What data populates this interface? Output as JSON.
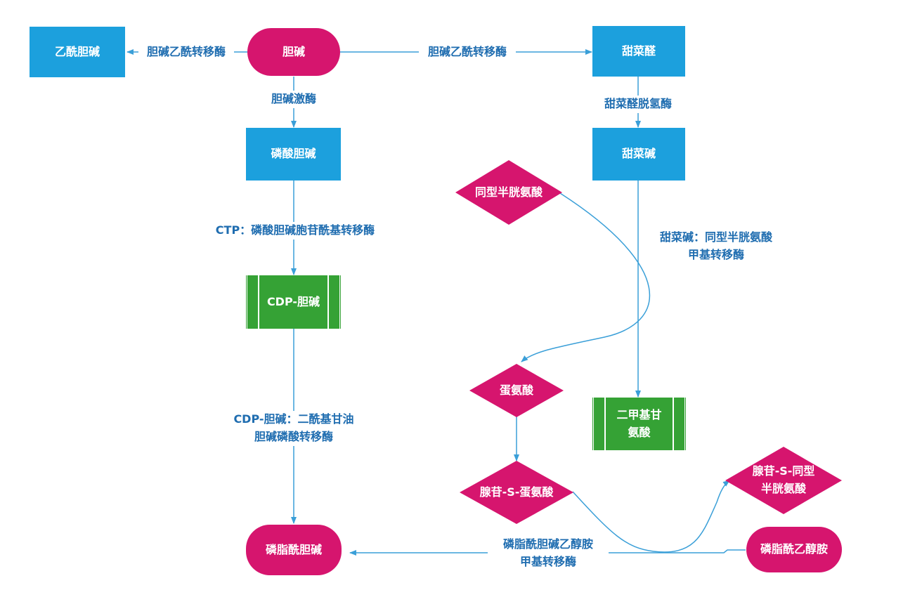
{
  "nodes": {
    "acetylcholine": "乙酰胆碱",
    "choline": "胆碱",
    "betaine_aldehyde": "甜菜醛",
    "phosphocholine": "磷酸胆碱",
    "betaine": "甜菜碱",
    "homocysteine": "同型半胱氨酸",
    "cdp_choline": "CDP-胆碱",
    "methionine": "蛋氨酸",
    "dimethylglycine": "二甲基甘\n氨酸",
    "sam": "腺苷-S-蛋氨酸",
    "sah": "腺苷-S-同型\n半胱氨酸",
    "phosphatidylcholine": "磷脂酰胆碱",
    "phosphatidylethanolamine": "磷脂酰乙醇胺"
  },
  "edges": {
    "choline_acetyltransferase_left": "胆碱乙酰转移酶",
    "choline_acetyltransferase_right": "胆碱乙酰转移酶",
    "choline_kinase": "胆碱激酶",
    "betaine_aldehyde_dehydrogenase": "甜菜醛脱氢酶",
    "ctp_phosphocholine_cytidylyltransferase": "CTP：磷酸胆碱胞苷酰基转移酶",
    "betaine_homocysteine_methyltransferase": "甜菜碱：同型半胱氨酸\n甲基转移酶",
    "cdp_choline_diacylglycerol_cholinephosphotransferase": "CDP-胆碱：二酰基甘油\n胆碱磷酸转移酶",
    "pemt": "磷脂酰胆碱乙醇胺\n甲基转移酶"
  },
  "colors": {
    "rect": "#1ca0dd",
    "terminal": "#d6156e",
    "process": "#35a235",
    "connector": "#3a9fd8",
    "edge_label": "#1f6db0"
  }
}
